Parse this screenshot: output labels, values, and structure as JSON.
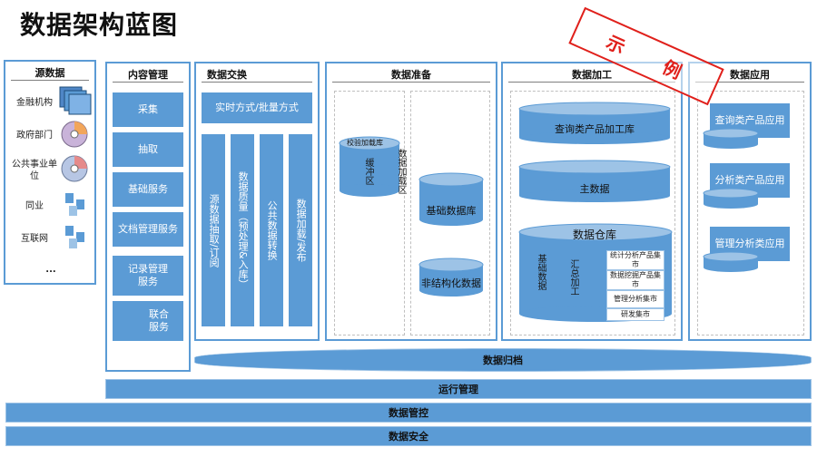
{
  "title": "数据架构蓝图",
  "stamp": {
    "chars": [
      "示",
      "例"
    ]
  },
  "source": {
    "title": "源数据",
    "items": [
      "金融机构",
      "政府部门",
      "公共事业单位",
      "同业",
      "互联网"
    ],
    "more": "..."
  },
  "content": {
    "title": "内容管理",
    "items": [
      "采集",
      "抽取",
      "基础服务",
      "文档管理服务",
      "记录管理服务",
      "联合服务"
    ]
  },
  "exchange": {
    "title": "数据交换",
    "top": "实时方式/批量方式",
    "cols": [
      "源数据抽取/订阅",
      "数据质量（预处理&入库）",
      "公共数据转换",
      "数据加载/发布"
    ]
  },
  "prep": {
    "title": "数据准备",
    "staging": "校验加载库",
    "buffer": "缓冲区",
    "load_area": "数据加载区",
    "base_db": "基础数据库",
    "unstructured": "非结构化数据"
  },
  "process": {
    "title": "数据加工",
    "query_db": "查询类产品加工库",
    "master": "主数据",
    "warehouse": "数据仓库",
    "base_data": "基础数据",
    "summary": "汇总加工",
    "marts": [
      "统计分析产品集市",
      "数据挖掘产品集市",
      "管理分析集市",
      "研发集市"
    ]
  },
  "apps": {
    "title": "数据应用",
    "items": [
      "查询类产品应用",
      "分析类产品应用",
      "管理分析类应用"
    ]
  },
  "bars": {
    "archive": "数据归档",
    "ops": "运行管理",
    "control": "数据管控",
    "security": "数据安全"
  },
  "colors": {
    "accent": "#5b9bd5",
    "border": "#5b9bd5",
    "stamp": "#e0201b"
  }
}
